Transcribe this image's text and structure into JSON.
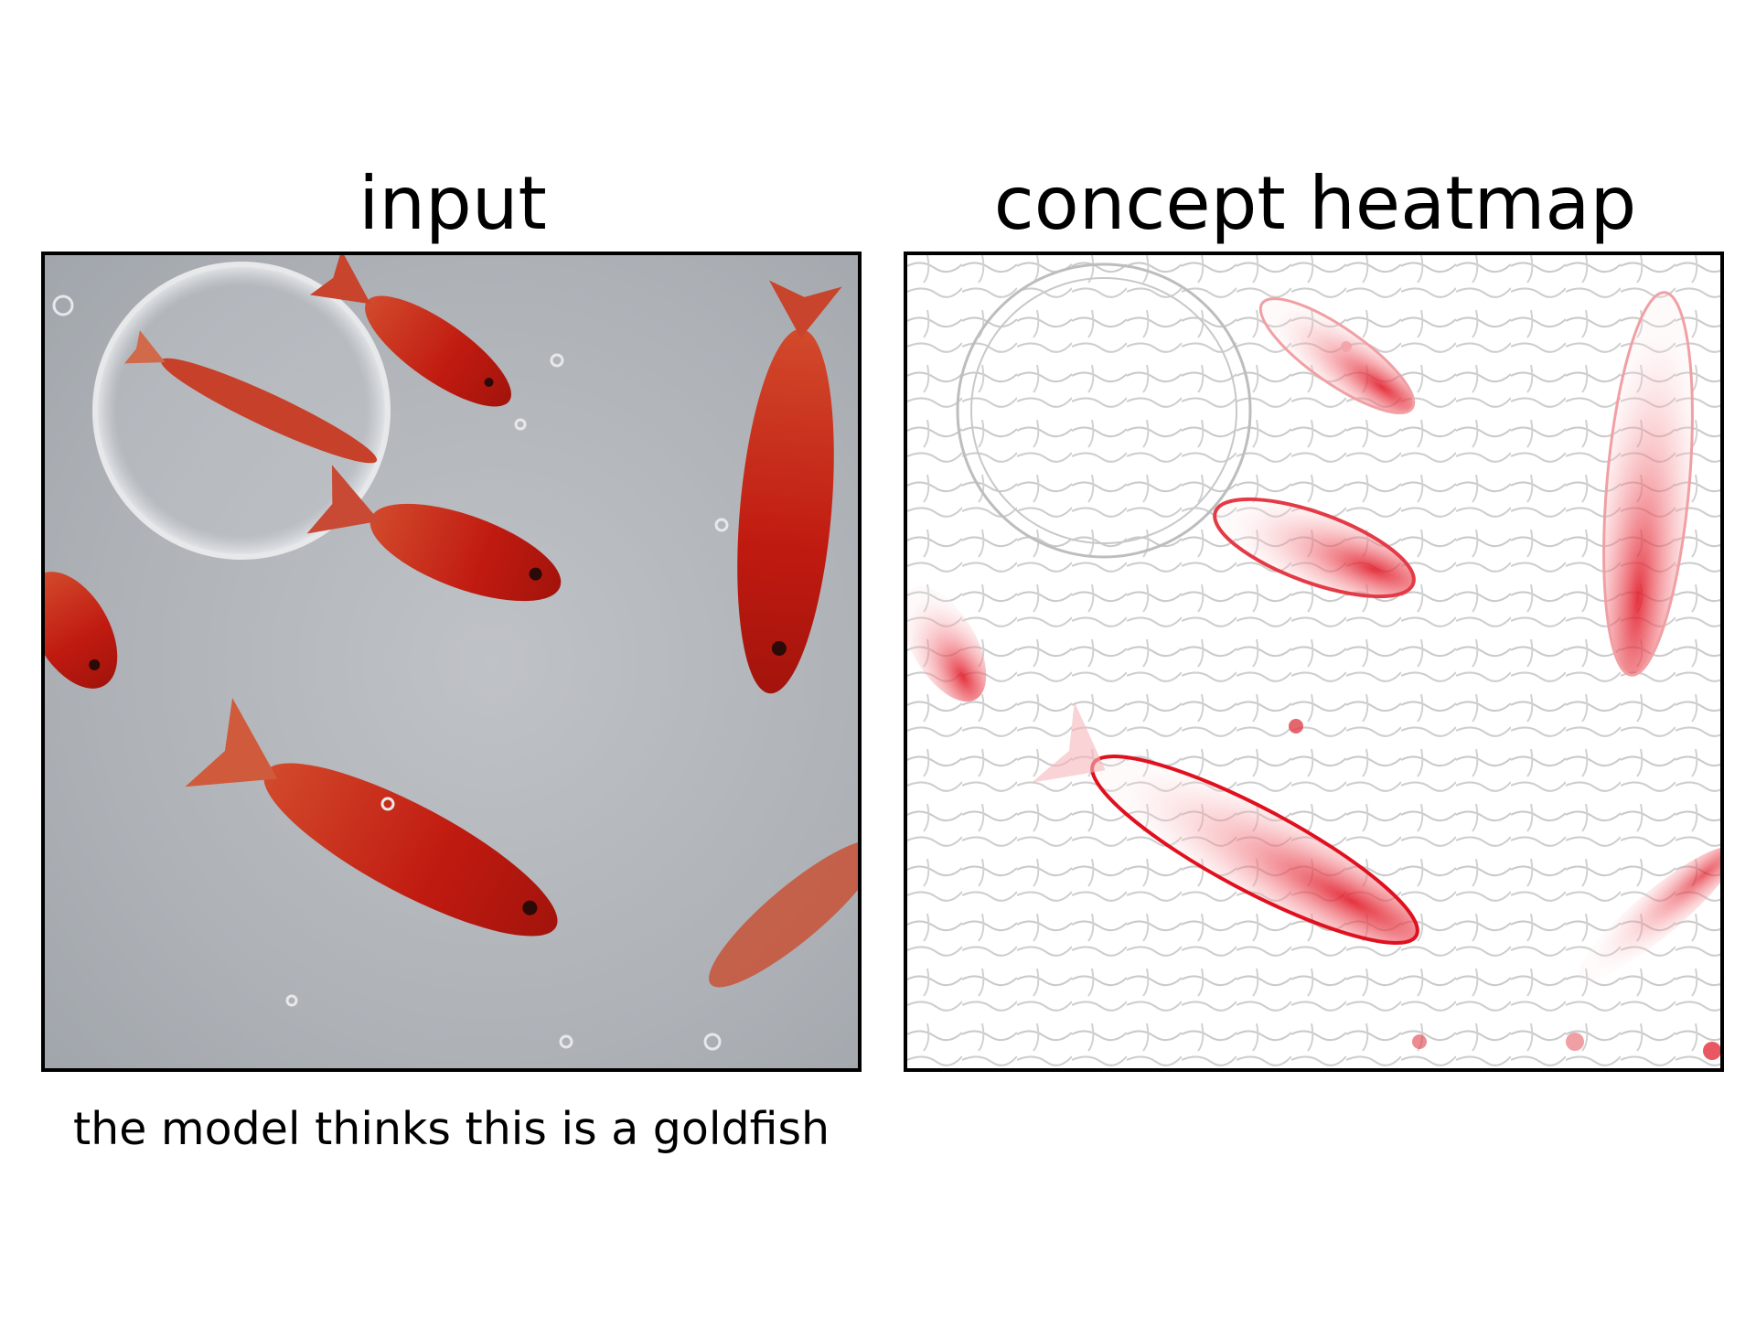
{
  "figure": {
    "left_panel": {
      "title": "input",
      "caption": "the model thinks this is a goldfish"
    },
    "right_panel": {
      "title": "concept heatmap"
    }
  },
  "colors": {
    "water": "#a9adb1",
    "fish": "#c01a10",
    "heat": "#e0101e",
    "edge": "#b8b8b8",
    "frame": "#000000"
  }
}
